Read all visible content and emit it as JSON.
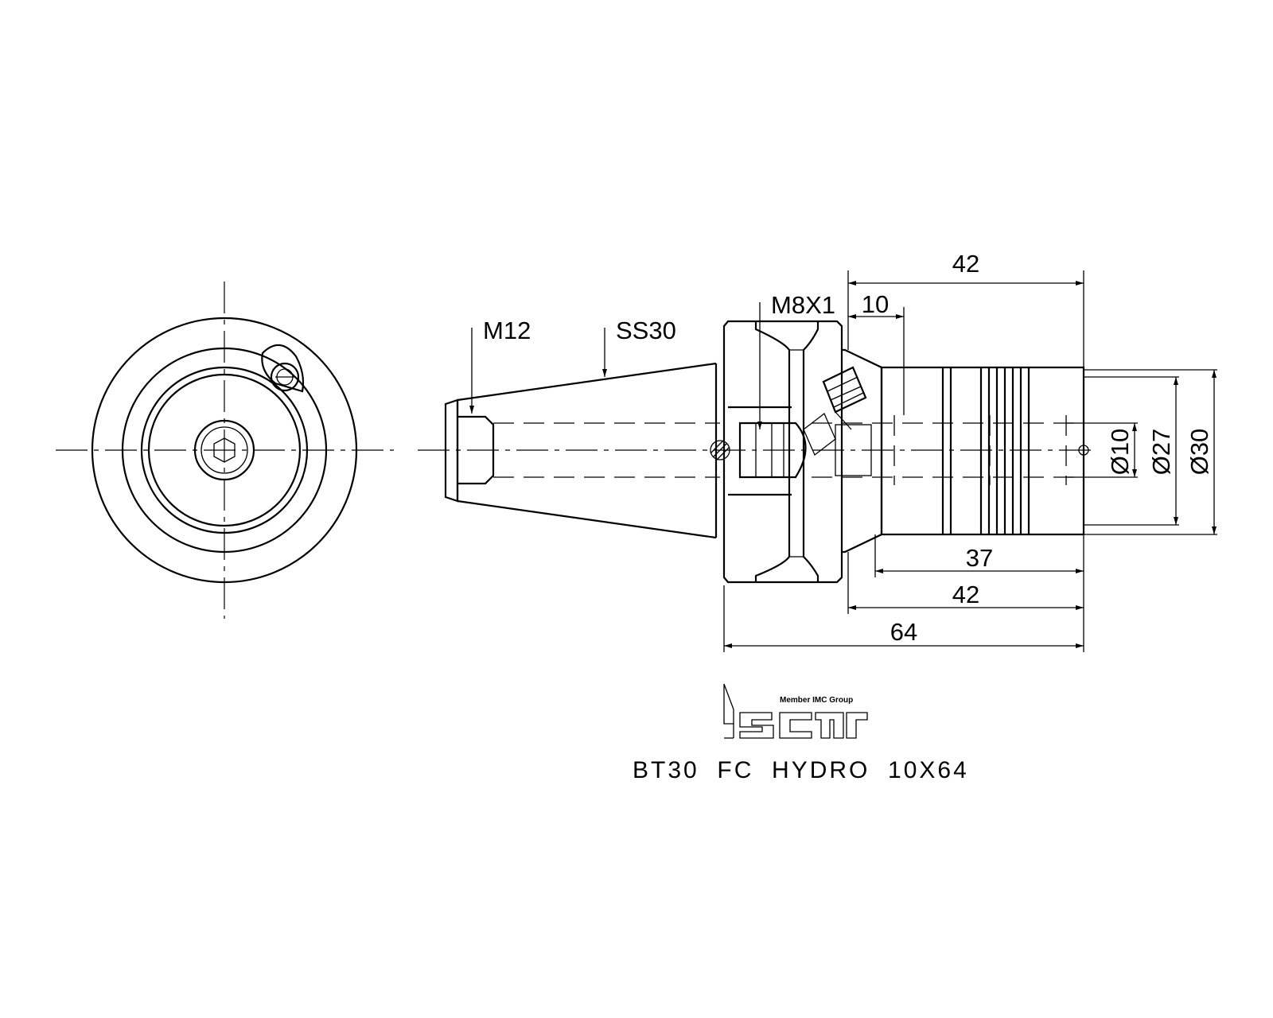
{
  "drawing": {
    "title": "BT30  FC  HYDRO  10X64",
    "brand": {
      "logo_text": "iscar",
      "tagline": "Member IMC Group"
    },
    "callouts": {
      "thread_rear": "M12",
      "taper": "SS30",
      "coolant_thread": "M8X1"
    },
    "dimensions": {
      "top_length": "42",
      "flange_offset": "10",
      "body_length": "37",
      "bottom_length": "42",
      "overall_length": "64",
      "bore_dia": "Ø10",
      "nose_dia": "Ø27",
      "body_dia": "Ø30"
    }
  },
  "colors": {
    "line": "#000000",
    "background": "#ffffff"
  }
}
